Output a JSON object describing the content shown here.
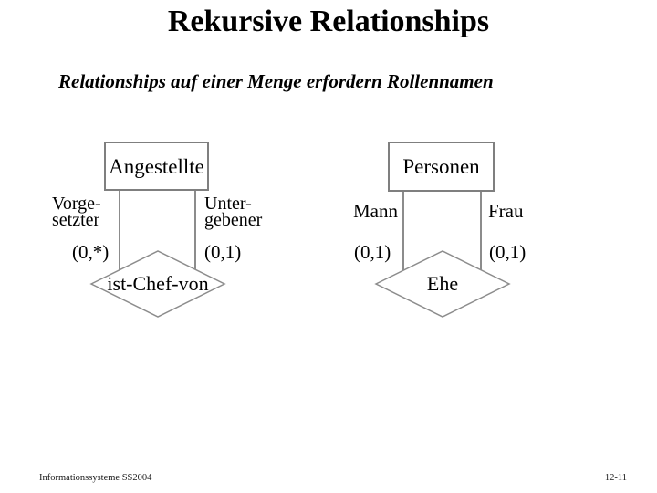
{
  "slide": {
    "title": "Rekursive Relationships",
    "subtitle": "Relationships auf einer Menge erfordern Rollennamen"
  },
  "diagram_left": {
    "entity": "Angestellte",
    "role_left": [
      "Vorge-",
      "setzter"
    ],
    "role_right": [
      "Unter-",
      "gebener"
    ],
    "cardinality_left": "(0,*)",
    "cardinality_right": "(0,1)",
    "relationship": "ist-Chef-von"
  },
  "diagram_right": {
    "entity": "Personen",
    "role_left": "Mann",
    "role_right": "Frau",
    "cardinality_left": "(0,1)",
    "cardinality_right": "(0,1)",
    "relationship": "Ehe"
  },
  "footer": {
    "left": "Informationssysteme SS2004",
    "right": "12-11"
  },
  "colors": {
    "background": "#ffffff",
    "line": "#8c8c8c",
    "text": "#000000"
  }
}
